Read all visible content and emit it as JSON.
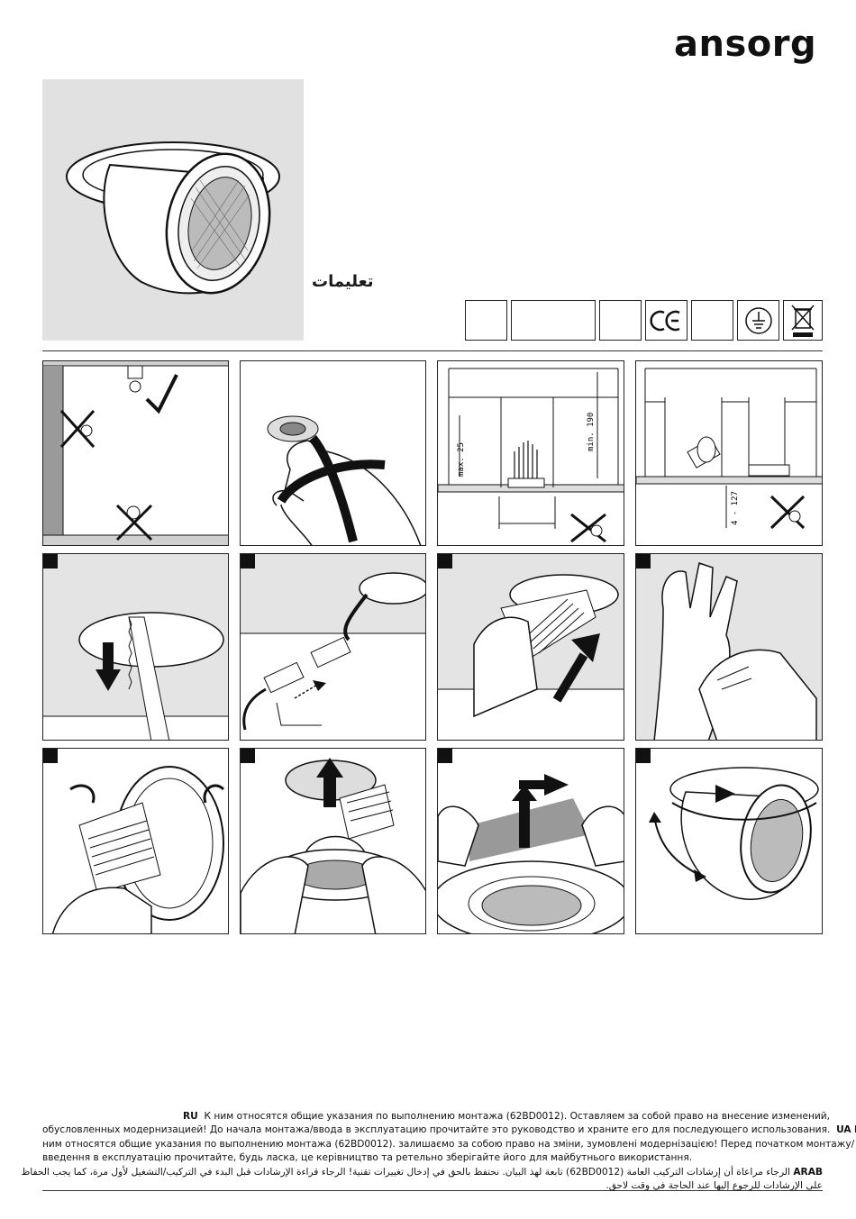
{
  "brand": "ansorg",
  "title_ar": "تعليمات",
  "panel3_labels": {
    "max": "max. 25",
    "min": "min. 190"
  },
  "panel4_labels": {
    "range": "4 - 127"
  },
  "text": {
    "ru_code": "RU",
    "ru_line1": "К ним относятся общие указания по выполнению монтажа (62BD0012). Оставляем за собой право на внесение изменений,",
    "ru_line2": "обусловленных модернизацией! До начала монтажа/ввода в эксплуатацию прочитайте это руководство и храните его для последующего использования.",
    "ua_code": "UA",
    "ua_start": "К",
    "ua_line1": "ним относятся общие указания по выполнению монтажа (62BD0012). залишаємо за собою право на зміни, зумовлені модернізацією! Перед початком монтажу/",
    "ua_line2": "введення в експлуатацію прочитайте, будь ласка, це керівництво та ретельно зберігайте його для майбутнього використання.",
    "arab_code": "ARAB",
    "ar_line1": "الرجاء مراعاة أن إرشادات التركيب العامة (62BD0012) تابعة لهذ البيان. نحتفظ بالحق في إدخال تغييرات تقنية! الرجاء قراءة الإرشادات قبل البدء في التركيب/التشغيل لأول مرة، كما يجب الحفاظ",
    "ar_line2": "على الإرشادات للرجوع إليها عند الحاجة في وقت لاحق."
  }
}
